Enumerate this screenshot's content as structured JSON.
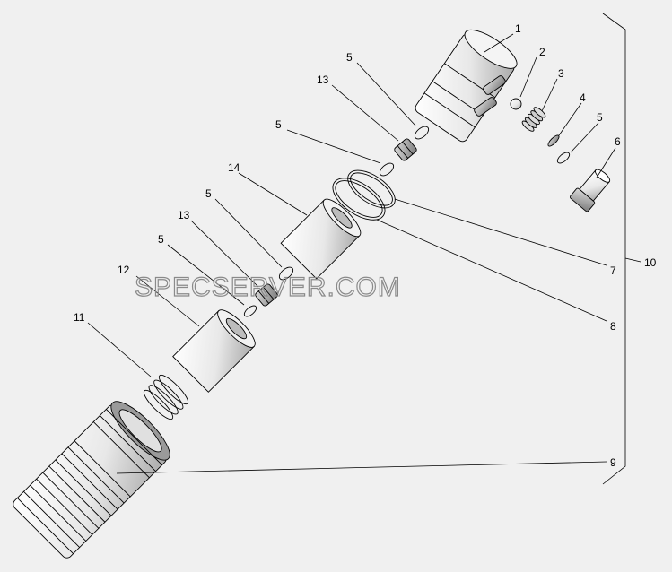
{
  "watermark": "SPECSERVER.COM",
  "callouts": {
    "c1": "1",
    "c2": "2",
    "c3": "3",
    "c4": "4",
    "c5a": "5",
    "c6": "6",
    "c5b": "5",
    "c13a": "13",
    "c5c": "5",
    "c14": "14",
    "c7": "7",
    "c8": "8",
    "c5d": "5",
    "c13b": "13",
    "c5e": "5",
    "c12": "12",
    "c11": "11",
    "c9": "9",
    "c10": "10"
  }
}
